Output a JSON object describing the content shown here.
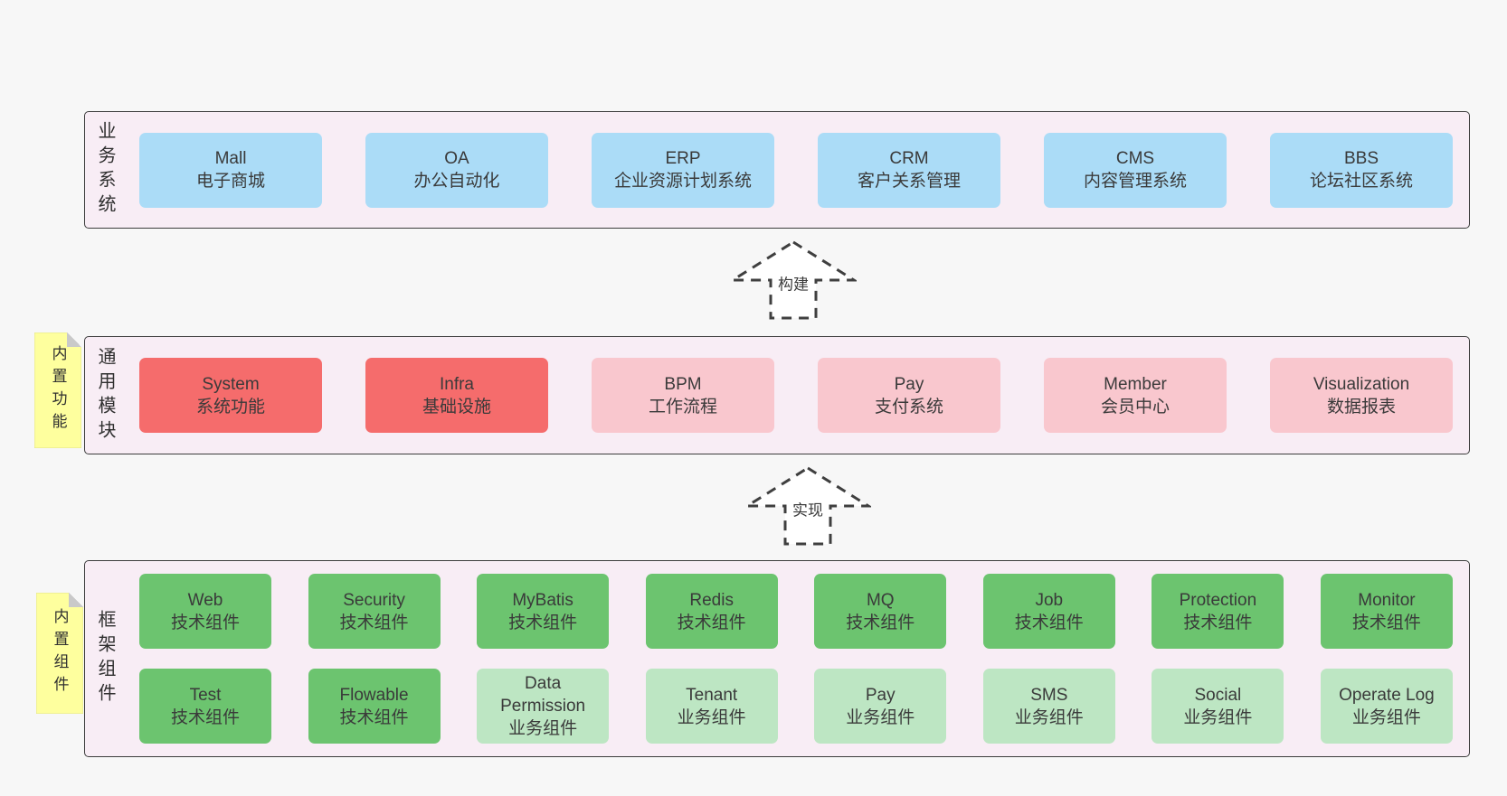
{
  "diagram": {
    "layers": [
      {
        "label": "业务系统",
        "boxes": [
          {
            "name": "Mall",
            "desc": "电子商城",
            "variant": "blue"
          },
          {
            "name": "OA",
            "desc": "办公自动化",
            "variant": "blue"
          },
          {
            "name": "ERP",
            "desc": "企业资源计划系统",
            "variant": "blue"
          },
          {
            "name": "CRM",
            "desc": "客户关系管理",
            "variant": "blue"
          },
          {
            "name": "CMS",
            "desc": "内容管理系统",
            "variant": "blue"
          },
          {
            "name": "BBS",
            "desc": "论坛社区系统",
            "variant": "blue"
          }
        ]
      },
      {
        "label": "通用模块",
        "sticky": "内置功能",
        "boxes": [
          {
            "name": "System",
            "desc": "系统功能",
            "variant": "red"
          },
          {
            "name": "Infra",
            "desc": "基础设施",
            "variant": "red"
          },
          {
            "name": "BPM",
            "desc": "工作流程",
            "variant": "pink"
          },
          {
            "name": "Pay",
            "desc": "支付系统",
            "variant": "pink"
          },
          {
            "name": "Member",
            "desc": "会员中心",
            "variant": "pink"
          },
          {
            "name": "Visualization",
            "desc": "数据报表",
            "variant": "pink"
          }
        ]
      },
      {
        "label": "框架组件",
        "sticky": "内置组件",
        "rows": [
          [
            {
              "name": "Web",
              "desc": "技术组件",
              "variant": "green"
            },
            {
              "name": "Security",
              "desc": "技术组件",
              "variant": "green"
            },
            {
              "name": "MyBatis",
              "desc": "技术组件",
              "variant": "green"
            },
            {
              "name": "Redis",
              "desc": "技术组件",
              "variant": "green"
            },
            {
              "name": "MQ",
              "desc": "技术组件",
              "variant": "green"
            },
            {
              "name": "Job",
              "desc": "技术组件",
              "variant": "green"
            },
            {
              "name": "Protection",
              "desc": "技术组件",
              "variant": "green"
            },
            {
              "name": "Monitor",
              "desc": "技术组件",
              "variant": "green"
            }
          ],
          [
            {
              "name": "Test",
              "desc": "技术组件",
              "variant": "green"
            },
            {
              "name": "Flowable",
              "desc": "技术组件",
              "variant": "green"
            },
            {
              "name": "Data Permission",
              "desc": "业务组件",
              "variant": "lightgreen"
            },
            {
              "name": "Tenant",
              "desc": "业务组件",
              "variant": "lightgreen"
            },
            {
              "name": "Pay",
              "desc": "业务组件",
              "variant": "lightgreen"
            },
            {
              "name": "SMS",
              "desc": "业务组件",
              "variant": "lightgreen"
            },
            {
              "name": "Social",
              "desc": "业务组件",
              "variant": "lightgreen"
            },
            {
              "name": "Operate Log",
              "desc": "业务组件",
              "variant": "lightgreen"
            }
          ]
        ]
      }
    ],
    "arrows": [
      {
        "label": "构建"
      },
      {
        "label": "实现"
      }
    ]
  },
  "colors": {
    "page_bg": "#f7f7f7",
    "band_bg": "#f8edf5",
    "band_border": "#3c3c3c",
    "blue_box": "#abdcf7",
    "red_box": "#f56c6c",
    "pink_box": "#f9c7ce",
    "green_box": "#6cc46f",
    "light_green_box": "#bde6c3",
    "sticky_yellow": "#feff9e",
    "sticky_fold": "#c9c9c9",
    "text": "#3a3a3a"
  }
}
